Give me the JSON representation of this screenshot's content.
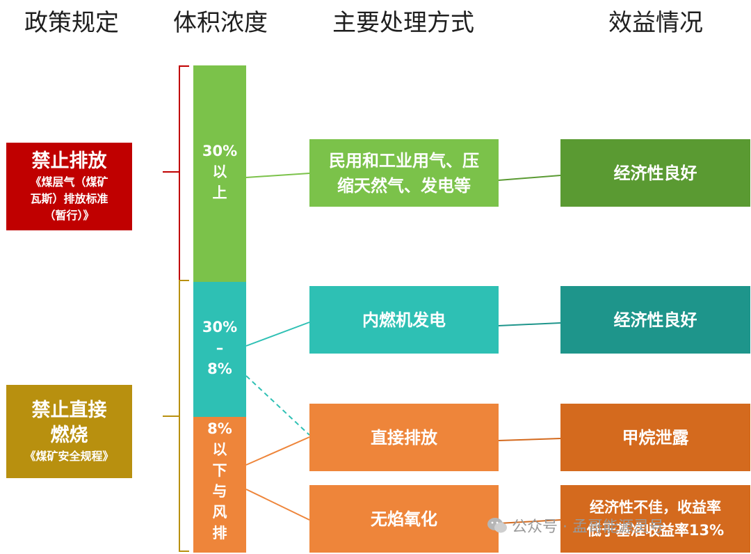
{
  "headers": {
    "policy": "政策规定",
    "concentration": "体积浓度",
    "treatment": "主要处理方式",
    "benefit": "效益情况"
  },
  "policies": {
    "ban_emission": {
      "title": "禁止排放",
      "sub": [
        "《煤层气（煤矿",
        "瓦斯）排放标准",
        "（暂行）》"
      ],
      "color": "#c00000"
    },
    "ban_burning": {
      "title": [
        "禁止直接",
        "燃烧"
      ],
      "sub": "《煤矿安全规程》",
      "color": "#b8900f"
    }
  },
  "concentrations": {
    "high": {
      "lines": [
        "30%",
        "以",
        "上"
      ],
      "color": "#7bc24a"
    },
    "medium": {
      "lines": [
        "30%",
        "–",
        "8%"
      ],
      "color": "#2ec0b4"
    },
    "low": {
      "lines": [
        "8%",
        "以",
        "下",
        "与",
        "风",
        "排"
      ],
      "color": "#ee853a"
    }
  },
  "treatments": {
    "gas_use": {
      "lines": [
        "民用和工业用气、压",
        "缩天然气、发电等"
      ],
      "color": "#7bc24a"
    },
    "ice_power": {
      "label": "内燃机发电",
      "color": "#2ec0b4"
    },
    "direct_emission": {
      "label": "直接排放",
      "color": "#ee853a"
    },
    "flameless_oxidation": {
      "label": "无焰氧化",
      "color": "#ee853a"
    }
  },
  "benefits": {
    "good_1": {
      "label": "经济性良好",
      "color": "#5a9a32"
    },
    "good_2": {
      "label": "经济性良好",
      "color": "#1e958b"
    },
    "methane_leak": {
      "label": "甲烷泄露",
      "color": "#d46a1e"
    },
    "poor": {
      "lines": [
        "经济性不佳，收益率",
        "低于基准收益率13%"
      ],
      "color": "#d46a1e"
    }
  },
  "watermark": {
    "text": "公众号 · 孟哥能源灵号"
  }
}
